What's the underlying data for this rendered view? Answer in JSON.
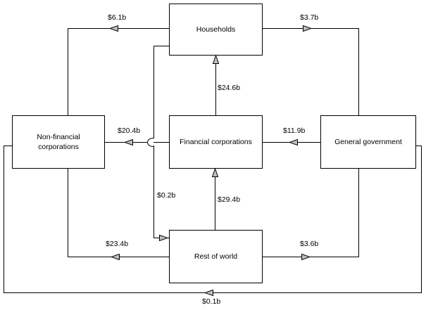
{
  "diagram": {
    "colors": {
      "background": "#ffffff",
      "line": "#000000",
      "arrow_fill": "#c0c0c0",
      "box_fill": "#ffffff",
      "text": "#000000"
    },
    "nodes": [
      {
        "id": "households",
        "label": "Households"
      },
      {
        "id": "non-financial-corporations",
        "label": "Non-financial corporations"
      },
      {
        "id": "financial-corporations",
        "label": "Financial corporations"
      },
      {
        "id": "general-government",
        "label": "General government"
      },
      {
        "id": "rest-of-world",
        "label": "Rest of world"
      }
    ],
    "flows": [
      {
        "label": "$6.1b",
        "from": "Households",
        "to": "Non-financial corporations"
      },
      {
        "label": "$3.7b",
        "from": "Households",
        "to": "General government"
      },
      {
        "label": "$24.6b",
        "from": "Financial corporations",
        "to": "Households"
      },
      {
        "label": "$20.4b",
        "from": "Financial corporations",
        "to": "Non-financial corporations"
      },
      {
        "label": "$11.9b",
        "from": "General government",
        "to": "Financial corporations"
      },
      {
        "label": "$0.2b",
        "from": "Households",
        "to": "Rest of world"
      },
      {
        "label": "$29.4b",
        "from": "Rest of world",
        "to": "Financial corporations"
      },
      {
        "label": "$23.4b",
        "from": "Rest of world",
        "to": "Non-financial corporations"
      },
      {
        "label": "$3.6b",
        "from": "Rest of world",
        "to": "General government"
      },
      {
        "label": "$0.1b",
        "from": "General government",
        "to": "Non-financial corporations"
      }
    ]
  }
}
